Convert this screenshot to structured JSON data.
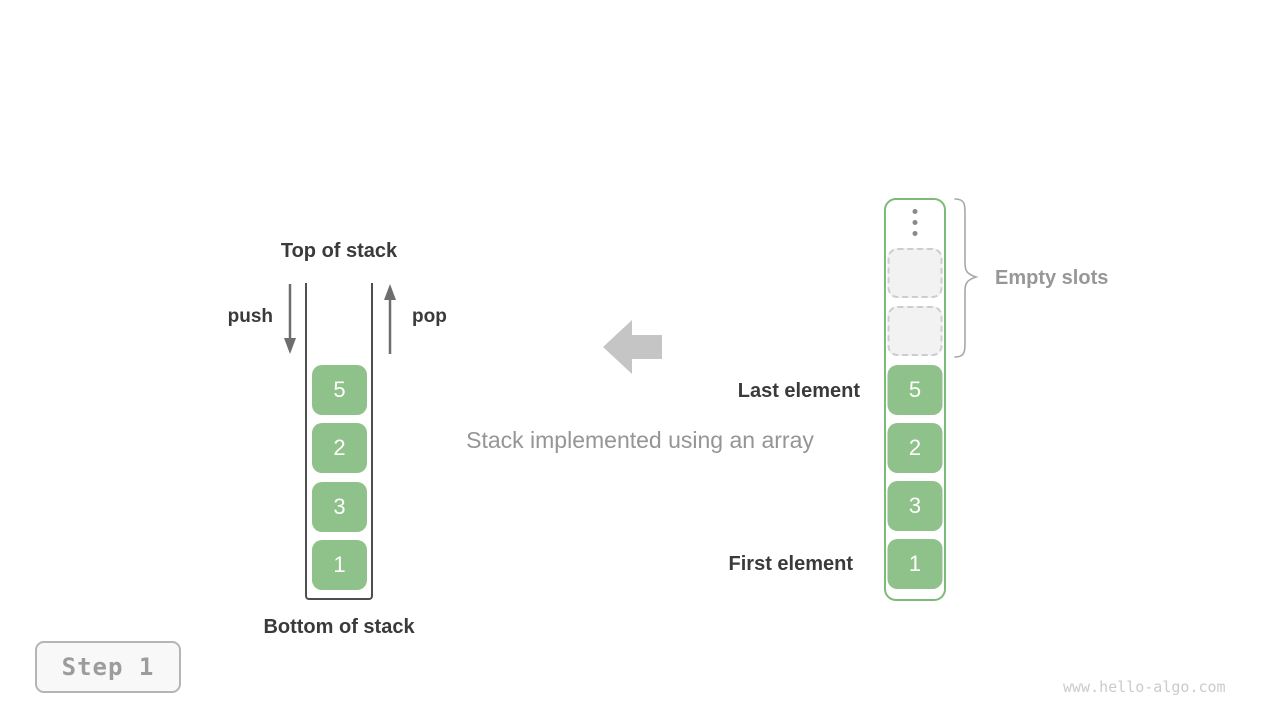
{
  "left_stack": {
    "top_label": "Top of stack",
    "bottom_label": "Bottom of stack",
    "push_label": "push",
    "pop_label": "pop",
    "elements": [
      "5",
      "2",
      "3",
      "1"
    ]
  },
  "middle": {
    "caption": "Stack implemented using an array"
  },
  "array": {
    "empty_slots": [
      "",
      ""
    ],
    "elements": [
      "5",
      "2",
      "3",
      "1"
    ],
    "empty_slots_label": "Empty slots",
    "last_element_label": "Last element",
    "first_element_label": "First element"
  },
  "footer": {
    "step_label": "Step 1",
    "watermark": "www.hello-algo.com"
  },
  "colors": {
    "element_green": "#8FC18A",
    "container_green_border": "#7CBB76",
    "dark_text": "#3a3a3a",
    "gray_text": "#959595",
    "block_arrow_gray": "#C5C5C5"
  }
}
